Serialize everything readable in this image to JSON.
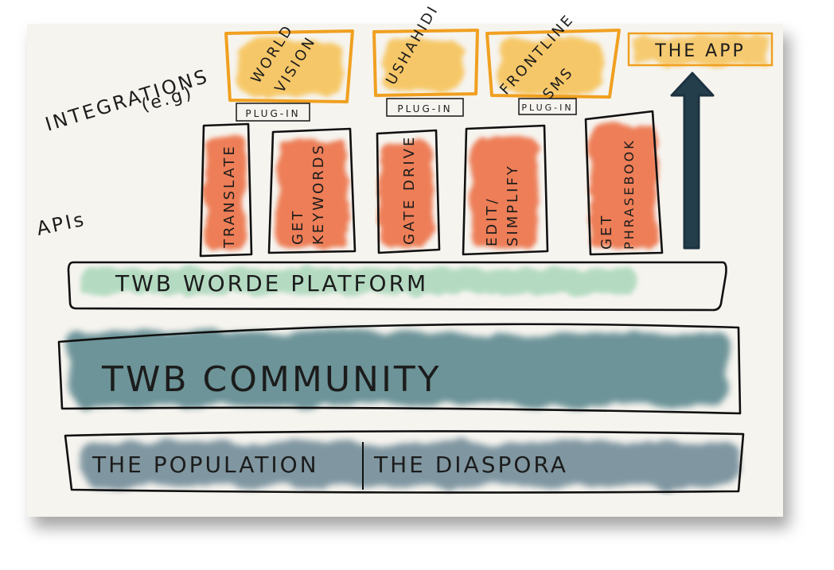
{
  "labels": {
    "integrations_line1": "INTEGRATIONS",
    "integrations_line2": "(e.g)",
    "apis": "APIs"
  },
  "integrations": [
    {
      "line1": "WORLD",
      "line2": "VISION",
      "plugin": "PLUG-IN"
    },
    {
      "line1": "USHAHIDI",
      "line2": "",
      "plugin": "PLUG-IN"
    },
    {
      "line1": "FRONTLINE",
      "line2": "SMS",
      "plugin": "PLUG-IN"
    }
  ],
  "the_app": "THE APP",
  "apis": [
    {
      "line1": "TRANSLATE",
      "line2": ""
    },
    {
      "line1": "GET",
      "line2": "KEYWORDS"
    },
    {
      "line1": "GATE DRIVE",
      "line2": ""
    },
    {
      "line1": "EDIT/",
      "line2": "SIMPLIFY"
    },
    {
      "line1": "GET",
      "line2": "PHRASEBOOK"
    }
  ],
  "layers": {
    "platform": "TWB WORDE PLATFORM",
    "community": "TWB COMMUNITY",
    "population": "THE POPULATION",
    "diaspora": "THE DIASPORA"
  },
  "colors": {
    "paper": "#f6f4ef",
    "integration_fill": "#f7b93a",
    "integration_border": "#f0a020",
    "api_fill": "#ec6a3c",
    "platform_fill": "#9fd3b3",
    "community_fill": "#4f7f86",
    "population_fill": "#5e7d8c",
    "arrow": "#253e4c",
    "ink": "#111111"
  }
}
